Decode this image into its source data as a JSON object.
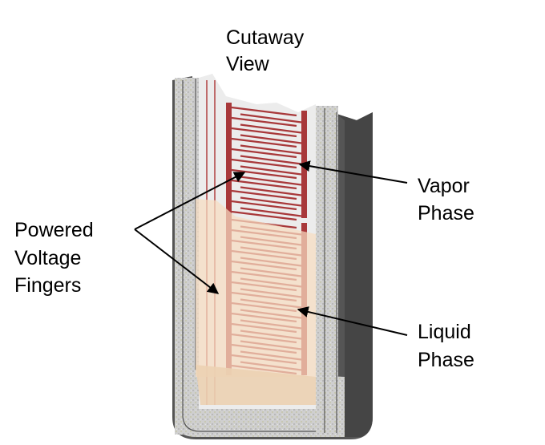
{
  "labels": {
    "cutaway": [
      "Cutaway",
      "View"
    ],
    "vapor": [
      "Vapor",
      "Phase"
    ],
    "fingers": [
      "Powered",
      "Voltage",
      "Fingers"
    ],
    "liquid": [
      "Liquid",
      "Phase"
    ]
  },
  "colors": {
    "trace": "#a8383a",
    "liquid": "#f6dcc0",
    "wall": "#c9c9c9",
    "outer": "#4a4a4a"
  }
}
